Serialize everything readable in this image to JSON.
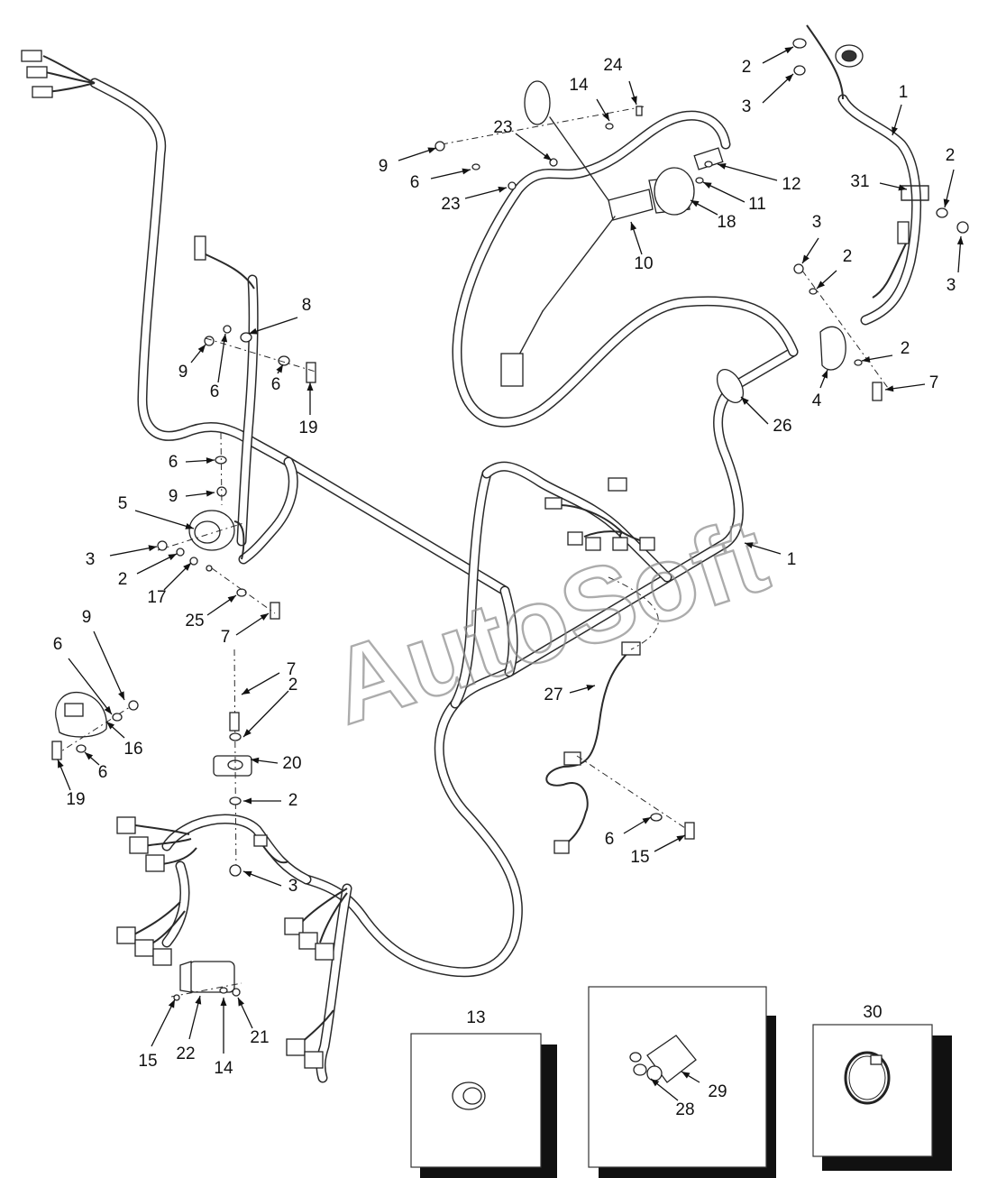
{
  "watermark": "AutoSoft",
  "callouts": [
    {
      "id": "c2a",
      "label": "2"
    },
    {
      "id": "c3a",
      "label": "3"
    },
    {
      "id": "c1a",
      "label": "1"
    },
    {
      "id": "c31",
      "label": "31"
    },
    {
      "id": "c2b",
      "label": "2"
    },
    {
      "id": "c3b",
      "label": "3"
    },
    {
      "id": "c24",
      "label": "24"
    },
    {
      "id": "c14a",
      "label": "14"
    },
    {
      "id": "c23a",
      "label": "23"
    },
    {
      "id": "c9a",
      "label": "9"
    },
    {
      "id": "c6a",
      "label": "6"
    },
    {
      "id": "c23b",
      "label": "23"
    },
    {
      "id": "c12",
      "label": "12"
    },
    {
      "id": "c11",
      "label": "11"
    },
    {
      "id": "c18",
      "label": "18"
    },
    {
      "id": "c10",
      "label": "10"
    },
    {
      "id": "c3c",
      "label": "3"
    },
    {
      "id": "c2c",
      "label": "2"
    },
    {
      "id": "c2d",
      "label": "2"
    },
    {
      "id": "c7a",
      "label": "7"
    },
    {
      "id": "c4",
      "label": "4"
    },
    {
      "id": "c26",
      "label": "26"
    },
    {
      "id": "c8",
      "label": "8"
    },
    {
      "id": "c9b",
      "label": "9"
    },
    {
      "id": "c6b",
      "label": "6"
    },
    {
      "id": "c6c",
      "label": "6"
    },
    {
      "id": "c19a",
      "label": "19"
    },
    {
      "id": "c6d",
      "label": "6"
    },
    {
      "id": "c9c",
      "label": "9"
    },
    {
      "id": "c5",
      "label": "5"
    },
    {
      "id": "c3d",
      "label": "3"
    },
    {
      "id": "c2e",
      "label": "2"
    },
    {
      "id": "c17",
      "label": "17"
    },
    {
      "id": "c25",
      "label": "25"
    },
    {
      "id": "c7b",
      "label": "7"
    },
    {
      "id": "c1b",
      "label": "1"
    },
    {
      "id": "c9d",
      "label": "9"
    },
    {
      "id": "c6e",
      "label": "6"
    },
    {
      "id": "c16",
      "label": "16"
    },
    {
      "id": "c6f",
      "label": "6"
    },
    {
      "id": "c19b",
      "label": "19"
    },
    {
      "id": "c7c",
      "label": "7"
    },
    {
      "id": "c2f",
      "label": "2"
    },
    {
      "id": "c20",
      "label": "20"
    },
    {
      "id": "c2g",
      "label": "2"
    },
    {
      "id": "c3e",
      "label": "3"
    },
    {
      "id": "c27",
      "label": "27"
    },
    {
      "id": "c6g",
      "label": "6"
    },
    {
      "id": "c15a",
      "label": "15"
    },
    {
      "id": "c15b",
      "label": "15"
    },
    {
      "id": "c22",
      "label": "22"
    },
    {
      "id": "c14b",
      "label": "14"
    },
    {
      "id": "c21",
      "label": "21"
    },
    {
      "id": "c13",
      "label": "13"
    },
    {
      "id": "c28",
      "label": "28"
    },
    {
      "id": "c29",
      "label": "29"
    },
    {
      "id": "c30",
      "label": "30"
    }
  ]
}
